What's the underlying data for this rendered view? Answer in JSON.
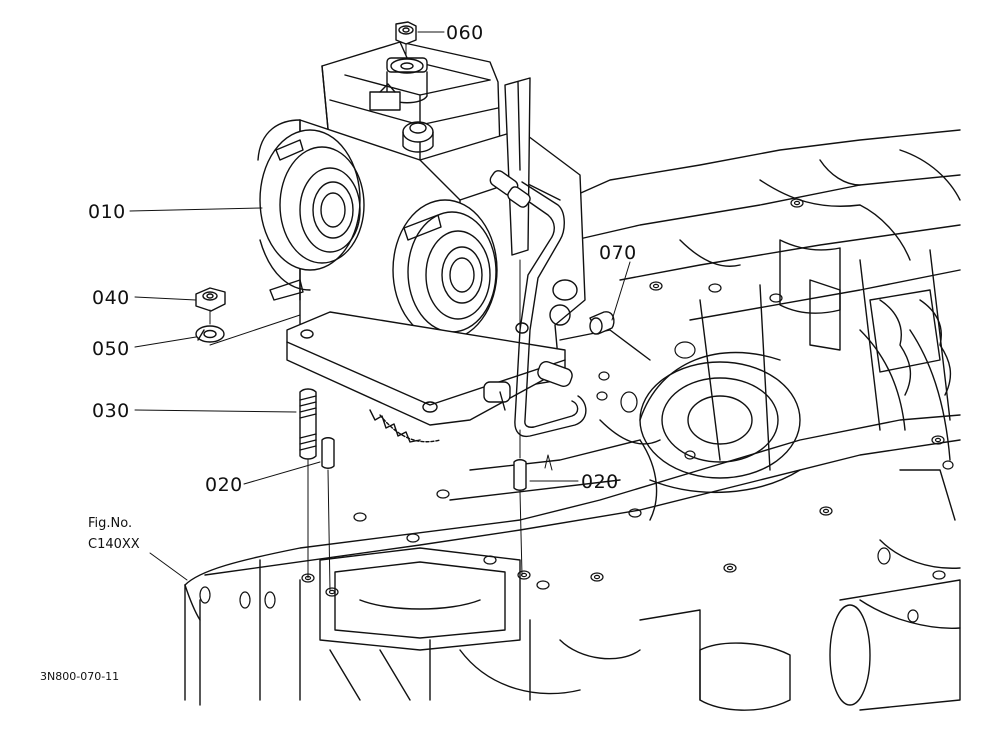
{
  "diagram": {
    "title": "",
    "colors": {
      "ink": "#111111",
      "paper": "#ffffff"
    }
  },
  "callouts": {
    "c060": "060",
    "c010": "010",
    "c070": "070",
    "c040": "040",
    "c050": "050",
    "c030": "030",
    "c020_left": "020",
    "c020_right": "020"
  },
  "figure_ref": {
    "line1": "Fig.No.",
    "line2": "C140XX"
  },
  "drawing_number": "3N800-070-11"
}
